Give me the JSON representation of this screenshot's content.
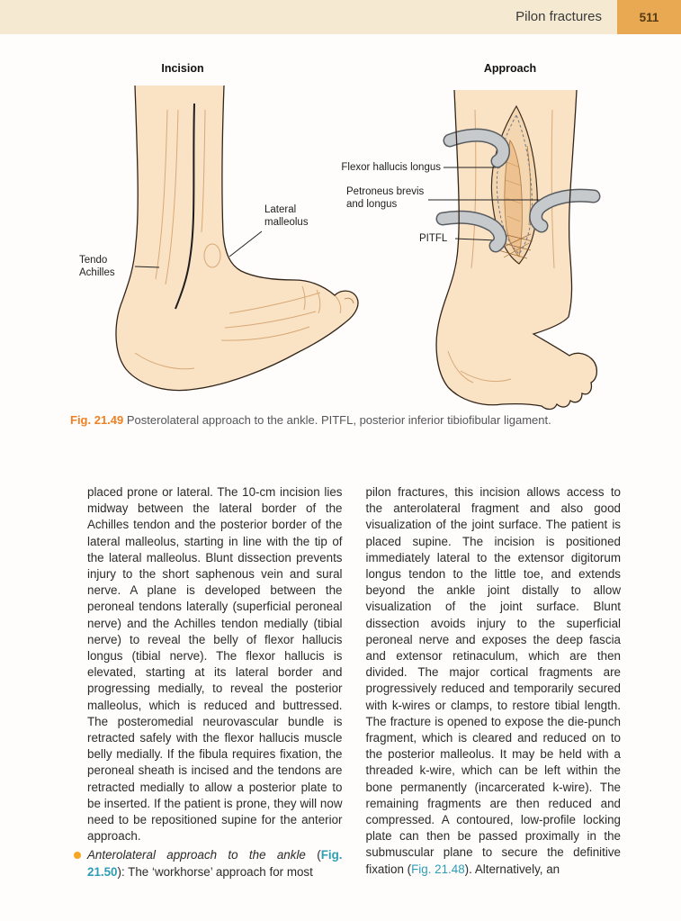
{
  "header": {
    "title": "Pilon fractures",
    "page_number": "511"
  },
  "figure": {
    "incision_title": "Incision",
    "approach_title": "Approach",
    "annotations": {
      "lateral_malleolus": "Lateral\nmalleolus",
      "tendo_achilles": "Tendo\nAchilles",
      "flexor_hallucis_longus": "Flexor hallucis longus",
      "peroneus_brevis_longus": "Petroneus brevis\nand longus",
      "pitfl": "PITFL"
    },
    "caption": {
      "label": "Fig. 21.49",
      "text": "Posterolateral approach to the ankle. PITFL, posterior inferior tibiofibular ligament."
    }
  },
  "body": {
    "left_column": {
      "paragraph": "placed prone or lateral. The 10-cm incision lies midway between the lateral border of the Achilles tendon and the posterior border of the lateral malleolus, starting in line with the tip of the lateral malleolus. Blunt dissection prevents injury to the short saphenous vein and sural nerve. A plane is developed between the peroneal tendons laterally (superficial peroneal nerve) and the Achilles tendon medially (tibial nerve) to reveal the belly of flexor hallucis longus (tibial nerve). The flexor hallucis is elevated, starting at its lateral border and progressing medially, to reveal the posterior malleolus, which is reduced and buttressed. The posteromedial neurovascular bundle is retracted safely with the flexor hallucis muscle belly medially. If the fibula requires fixation, the peroneal sheath is incised and the tendons are retracted medially to allow a posterior plate to be inserted. If the patient is prone, they will now need to be repositioned supine for the anterior approach.",
      "bullet": {
        "lead_italic": "Anterolateral approach to the ankle",
        "open_paren": " (",
        "fig_ref": "Fig. 21.50",
        "after_ref": "): The ‘workhorse’ approach for most"
      }
    },
    "right_column": {
      "paragraph_before_ref": "pilon fractures, this incision allows access to the anterolateral fragment and also good visualization of the joint surface. The patient is placed supine. The incision is positioned immediately lateral to the extensor digitorum longus tendon to the little toe, and extends beyond the ankle joint distally to allow visualization of the joint surface. Blunt dissection avoids injury to the superficial peroneal nerve and exposes the deep fascia and extensor retinaculum, which are then divided. The major cortical fragments are progressively reduced and temporarily secured with k-wires or clamps, to restore tibial length. The fracture is opened to expose the die-punch fragment, which is cleared and reduced on to the posterior malleolus. It may be held with a threaded k-wire, which can be left within the bone permanently (incarcerated k-wire). The remaining fragments are then reduced and compressed. A contoured, low-profile locking plate can then be passed proximally in the submuscular plane to secure the definitive fixation (",
      "fig_ref": "Fig. 21.48",
      "paragraph_after_ref": "). Alternatively, an"
    }
  },
  "colors": {
    "header_band": "#f5e9d1",
    "page_number_box": "#e9a852",
    "figure_reference_orange": "#ef8023",
    "figure_reference_teal": "#2f9db4",
    "bullet_orange": "#f5a623",
    "body_text": "#2a2a2a",
    "skin_fill": "#fae3c4",
    "retractor_gray": "#c6cacd"
  }
}
